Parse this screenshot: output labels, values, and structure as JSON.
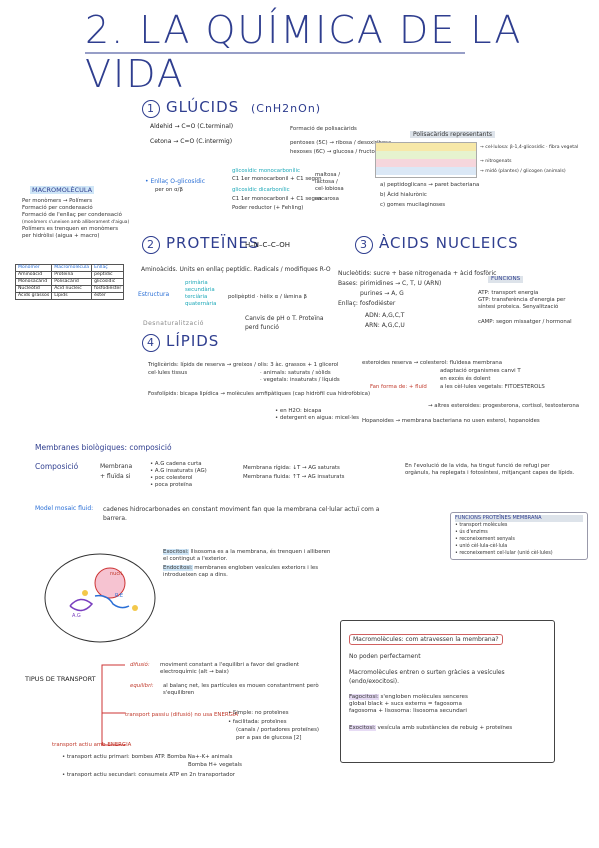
{
  "title": "2. LA QUÍMICA DE LA VIDA",
  "glucids": {
    "heading_num": "1",
    "heading": "GLÚCIDS",
    "formula": "(CnH2nOn)",
    "aldehid": "Aldehid → C=O (C.terminal)",
    "cetona": "Cetona → C=O (C.intermig)",
    "enllac": "• Enllaç O-glicosídic",
    "enllac2": "per on α/β",
    "glicosidic_mono": "glicosídic monocarbonílic",
    "glicosidic_mono_desc": "C1 1er monocarbonil + C1 segon",
    "glicosidic_di": "glicosídic dicarbonílic",
    "glicosidic_di_desc": "C1 1er monocarbonil + C1 segon",
    "poder_reductor": "Poder reductor (+ Fehling)",
    "mono_note": "maltosa / lactosa / cel·lobiosa",
    "di_note": "sacarosa",
    "pentoses": "pentoses (5C) → ribosa / desoxiribosa",
    "hexoses": "hexoses (6C) → glucosa / fructosa",
    "poli_note": "Formació de polisacàrids",
    "poli_heading": "Polisacàrids representants",
    "poli_list": [
      "→ cel·lulosa: β-1,4-glicosídic · fibra vegetal",
      "→ nitrogenats",
      "→ midó (plantes) / glicogen (animals)"
    ],
    "extra1": "a) peptidoglicans → paret bacteriana",
    "extra2": "b) Àcid hialurònic",
    "extra3": "c) gomes mucilaginoses"
  },
  "macro": {
    "heading": "MACROMOLÈCULA",
    "items": [
      "Per monòmers → Polímers",
      "Formació per condensació",
      "Formació de l'enllaç per condensació",
      "(monòmers s'uneixen amb alliberament d'aigua)",
      "Polímers es trenquen en monòmers",
      "per hidròlisi (aigua + macro)"
    ],
    "table_headers": [
      "Monòmer",
      "Macromolècula",
      "Enllaç"
    ],
    "table_rows": [
      [
        "Aminoàcid",
        "Proteïna",
        "peptídic"
      ],
      [
        "Monosacàrid",
        "Polisacàrid",
        "glicosídic"
      ],
      [
        "Nucleòtid",
        "Àcid nucleic",
        "fosfodiéster"
      ],
      [
        "Àcids grassos",
        "Lípids",
        "èster"
      ]
    ]
  },
  "proteines": {
    "heading_num": "2",
    "heading": "PROTEÏNES",
    "structure_formula": "H–N–C–C–OH",
    "aminoacids": "Aminoàcids. Units en enllaç peptídic. Radicals / modifiques R-O",
    "estructura": "Estructura",
    "levels": [
      "primària",
      "secundària",
      "terciària",
      "quaternària"
    ],
    "levels_note": "polipèptid · hèlix α / làmina β",
    "desnat": "Desnaturalització",
    "desnat_note": "Canvis de pH o T. Proteïna perd funció"
  },
  "acids": {
    "heading_num": "3",
    "heading": "ÀCIDS NUCLEICS",
    "nucleotids": "Nucleòtids: sucre + base nitrogenada + àcid fosfòric",
    "bases_label": "Bases:",
    "pirimidines": "pirimidines → C, T, U (ARN)",
    "purines": "purines → A, G",
    "enllac": "Enllaç: fosfodiéster",
    "adn": "ADN: A,G,C,T",
    "arn": "ARN: A,G,C,U",
    "funcions_heading": "FUNCIONS",
    "funcions": [
      "ATP: transport energia",
      "GTP: transferència d'energia per síntesi proteica. Senyalització",
      "cAMP: segon missatger / hormonal"
    ]
  },
  "lipids": {
    "heading_num": "4",
    "heading": "LÍPIDS",
    "triglicerids": "Triglicèrids: lípids de reserva → greixos / olis: 3 àc. grassos + 1 glicerol",
    "triglicerids2": "cel·lules tissus",
    "animals": "· animals: saturats / sòlids",
    "vegetals": "· vegetals: insaturats / líquids",
    "fosfolipids": "Fosfolípids: bicapa lipídica → molècules amfipàtiques (cap hidròfil cua hidrofòbica)",
    "fosfolipids2": "• en H2O: bicapa",
    "fosfolipids3": "• detergent en aigua: micel·les",
    "esteroids": "esteroides reserva → colesterol: fluïdesa membrana",
    "esteroids2": "adaptació organismes canvi T",
    "esteroids3": "en excés és dolent",
    "esteroids4": "a les cèl·lules vegetals: FITOESTEROLS",
    "fan_forma": "Fan forma de: + fluïd",
    "altres": "→ altres esteroides: progesterona, cortisol, testosterona",
    "hopanoides": "Hopanoides → membrana bacteriana no usen esterol, hopanoides"
  },
  "membranes": {
    "heading": "Membranes biològiques: composició",
    "composicio_label": "Composició",
    "membrana_label": "Membrana",
    "fluida_label": "+ fluïda si",
    "fluida_items": [
      "• A.G cadena curta",
      "• A.G insaturats (AG)",
      "• poc colesterol",
      "• poca proteïna"
    ],
    "rigida1": "Membrana rígida: ↓T → AG saturats",
    "rigida2": "Membrana fluida: ↑T → AG insaturats",
    "evolucio": "En l'evolució de la vida, ha tingut funció de refugi per orgànuls, ha replegats i fotosíntesi, mitjançant capes de lípids.",
    "mosaic_label": "Model mosaic fluid:",
    "mosaic_text": "cadenes hidrocarbonades en constant moviment fan que la membrana cel·lular actuï com a barrera.",
    "funcions_heading": "FUNCIONS PROTEÏNES MEMBRANA",
    "funcions_items": [
      "• transport molècules",
      "• ús d'enzims",
      "• reconeixement senyals",
      "• unió cèl·lula-cèl·lula",
      "• reconeixement cel·lular (unió cèl·lules)"
    ]
  },
  "exocitosi": {
    "exo_label": "Exocitosi:",
    "exo_text": "llisosoma es a la membrana, és trenquen i alliberen el contingut a l'exterior.",
    "endo_label": "Endocitosi:",
    "endo_text": "membranes engloben vesícules exteriors i les introdueixen cap a dins.",
    "labels": [
      "nucli",
      "R.E",
      "A.G"
    ]
  },
  "macro_question": {
    "heading": "Macromolècules: com atravessen la membrana?",
    "line1": "No poden perfectament",
    "line2": "Macromolècules entren o surten gràcies a vesícules (endo/exocitosi).",
    "fagocitosi_label": "Fagocitosi:",
    "fagocitosi_text": "s'engloben molècules senceres",
    "glob": "global black + sucs externs = fagosoma",
    "fago": "fagosoma + lisosoma: lisosoma secundari",
    "exocitosi_label": "Exocitosi:",
    "exocitosi_text": "vesícula amb substàncies de rebuig + proteïnes"
  },
  "transport": {
    "heading": "TIPUS DE TRANSPORT",
    "difusio_label": "difusió:",
    "difusio_text": "moviment constant a l'equilibri a favor del gradient electroquímic (alt → baix)",
    "equilibri_label": "equilibri:",
    "equilibri_text": "al balanç net, les partícules es mouen constantment però s'equilibren",
    "passiu": "transport passiu (difusió) no usa ENERGIA",
    "simple": "• Simple: no proteïnes",
    "facilitada": "• facilitada: proteïnes",
    "facilitada2": "(canals / portadores proteïnes)",
    "facilitada3": "per a pas de glucosa [2]",
    "actiu": "transport actiu amb ENERGIA",
    "primari": "• transport actiu primari: bombes ATP. Bomba Na+-K+ animals",
    "primari2": "Bomba H+ vegetals",
    "secundari": "• transport actiu secundari: consumeix ATP en 2n transportador"
  }
}
